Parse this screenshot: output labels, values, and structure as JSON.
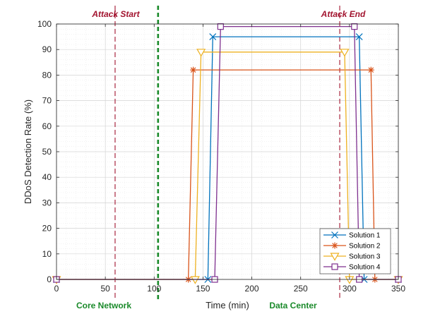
{
  "chart_data": {
    "type": "line",
    "title": "",
    "xlabel": "Time (min)",
    "ylabel": "DDoS Detection Rate (%)",
    "xlim": [
      0,
      350
    ],
    "ylim": [
      0,
      100
    ],
    "xticks": [
      0,
      50,
      100,
      150,
      200,
      250,
      300,
      350
    ],
    "yticks": [
      0,
      10,
      20,
      30,
      40,
      50,
      60,
      70,
      80,
      90,
      100
    ],
    "grid": true,
    "legend_position": "bottom-right",
    "series": [
      {
        "name": "Solution 1",
        "color": "#0072BD",
        "marker": "x",
        "x": [
          0,
          155,
          160,
          310,
          315,
          350
        ],
        "y": [
          0,
          0,
          95,
          95,
          0,
          0
        ]
      },
      {
        "name": "Solution 2",
        "color": "#D95319",
        "marker": "asterisk",
        "x": [
          0,
          135,
          140,
          322,
          326,
          350
        ],
        "y": [
          0,
          0,
          82,
          82,
          0,
          0
        ]
      },
      {
        "name": "Solution 3",
        "color": "#EDB120",
        "marker": "triangle-down",
        "x": [
          0,
          142,
          148,
          295,
          300,
          350
        ],
        "y": [
          0,
          0,
          89,
          89,
          0,
          0
        ]
      },
      {
        "name": "Solution 4",
        "color": "#7E2F8E",
        "marker": "square",
        "x": [
          0,
          162,
          168,
          305,
          310,
          350
        ],
        "y": [
          0,
          0,
          99,
          99,
          0,
          0
        ]
      }
    ],
    "vlines": [
      {
        "x": 60,
        "label": "Attack Start",
        "color": "#A2142F",
        "style": "dashed"
      },
      {
        "x": 290,
        "label": "Attack End",
        "color": "#A2142F",
        "style": "dashed"
      },
      {
        "x": 104,
        "label": "",
        "color": "#1A8A2A",
        "style": "dashed-thick"
      }
    ],
    "bottom_annotations": [
      {
        "text": "Core Network",
        "color": "#1A8A2A"
      },
      {
        "text": "Data Center",
        "color": "#1A8A2A"
      }
    ]
  }
}
